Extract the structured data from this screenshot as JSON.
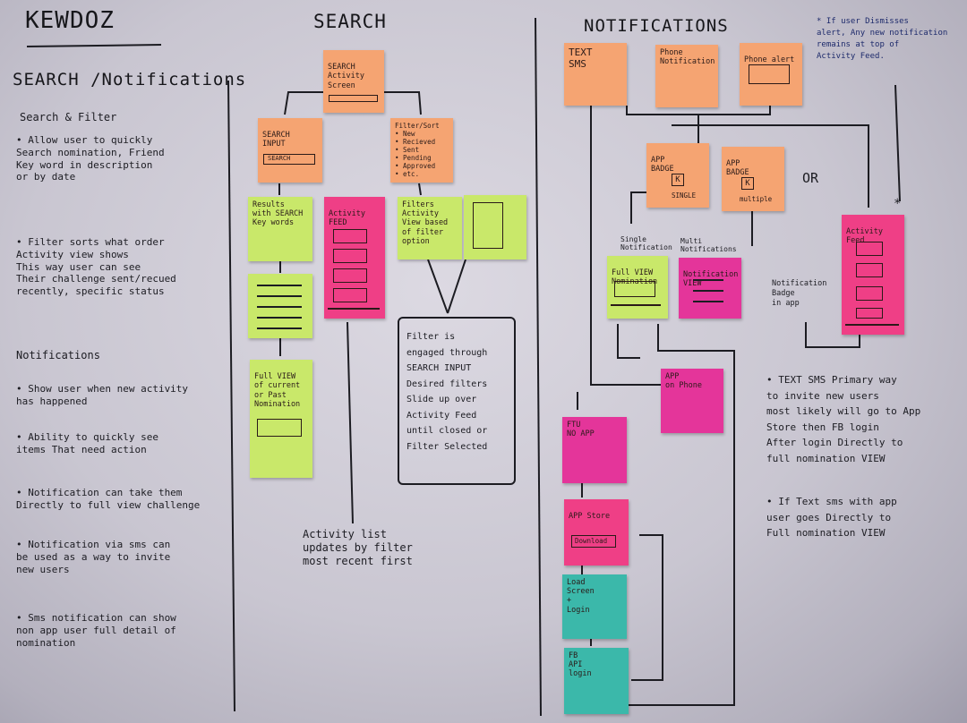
{
  "board": {
    "brand": "KEWDOZ",
    "left_title": "SEARCH /Notifications",
    "search_heading": "SEARCH",
    "notifications_heading": "NOTIFICATIONS"
  },
  "left_notes": {
    "search_filter_heading": "Search & Filter",
    "bullet1": "• Allow user to quickly\n  Search nomination, Friend\n  Key word in description\n  or by date",
    "bullet2": "• Filter sorts what order\n  Activity view shows\n  This way user can see\n  Their challenge sent/recued\n  recently, specific status",
    "notifications_heading": "Notifications",
    "bullet3": "• Show user when new activity\n  has happened",
    "bullet4": "• Ability to quickly see\n  items That need action",
    "bullet5": "• Notification can take them\n  Directly to full view challenge",
    "bullet6": "• Notification via sms can\n  be used as a way to invite\n  new users",
    "bullet7": "• Sms notification can show\n  non app user full detail of\n  nomination"
  },
  "search_flow": {
    "activity_screen": "SEARCH\nActivity Screen",
    "search_input": "SEARCH\nINPUT",
    "search_input_field": "SEARCH",
    "filter_sort": "Filter/Sort\n• New\n• Recieved\n• Sent\n• Pending\n• Approved\n• etc.",
    "results": "Results\nwith SEARCH\nKey words",
    "activity_feed": "Activity\nFEED",
    "filters_view": "Filters\nActivity\nView based\nof filter\noption",
    "full_view": "Full VIEW\nof current\nor Past\nNomination",
    "filter_box": "Filter is\nengaged through\nSEARCH INPUT\nDesired filters\nSlide up over\nActivity Feed\nuntil closed or\nFilter Selected",
    "activity_list": "Activity list\nupdates by filter\nmost recent first"
  },
  "notifications_flow": {
    "text_sms": "TEXT\nSMS",
    "phone_notification": "Phone\nNotification",
    "phone_alert": "Phone alert",
    "app_badge_single": "APP\nBADGE",
    "single_label": "SINGLE",
    "app_badge_multiple": "APP\nBADGE",
    "multiple_label": "multiple",
    "badge_letter": "K",
    "or_label": "OR",
    "single_notification": "Single\nNotification",
    "full_view_nomination": "Full VIEW\nNomination",
    "multi_notifications": "Multi\nNotifications",
    "notification_view": "Notification\nVIEW",
    "notification_badge": "Notification\nBadge\nin app",
    "activity_feed": "Activity\nFeed",
    "app_on_phone": "APP\non Phone",
    "ftu_no_app": "FTU\nNO APP",
    "app_store": "APP Store",
    "download": "Download",
    "load_screen": "Load\nScreen\n+\nLogin",
    "fb_api_login": "FB\nAPI\nlogin",
    "dismiss_note": "* If user Dismisses\nalert, Any new notification\nremains at top of\nActivity Feed.",
    "asterisk": "*"
  },
  "right_notes": {
    "bullet1": "• TEXT SMS Primary way\n  to invite new users\n  most likely will go to App\n  Store then FB login\n  After login Directly to\n  full nomination VIEW",
    "bullet2": "• If Text sms with app\n  user goes Directly to\n  Full nomination VIEW"
  }
}
